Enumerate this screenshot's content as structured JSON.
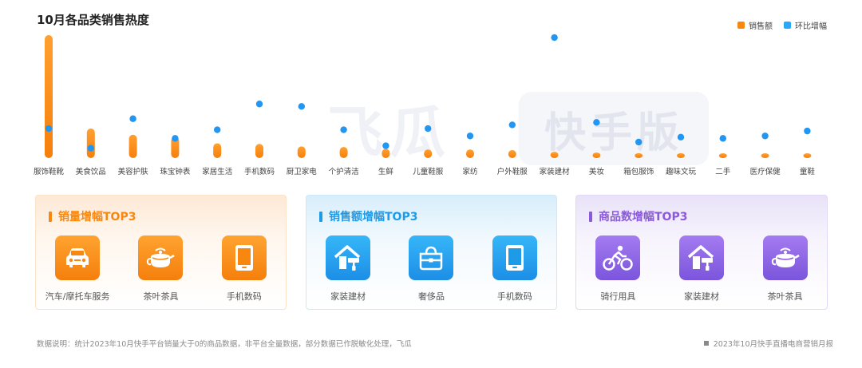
{
  "title": "10月各品类销售热度",
  "legend": {
    "sales": "销售额",
    "growth": "环比增幅"
  },
  "colors": {
    "sales": "#f7870f",
    "growth": "#2196f3"
  },
  "chart_data": {
    "type": "bar",
    "title": "10月各品类销售热度",
    "categories": [
      "服饰鞋靴",
      "美食饮品",
      "美容护肤",
      "珠宝钟表",
      "家居生活",
      "手机数码",
      "厨卫家电",
      "个护清洁",
      "生鲜",
      "儿童鞋服",
      "家纺",
      "户外鞋服",
      "家装建材",
      "美妆",
      "箱包服饰",
      "趣味文玩",
      "二手",
      "医疗保健",
      "童鞋"
    ],
    "series": [
      {
        "name": "销售额",
        "kind": "bar",
        "values": [
          100,
          24,
          19,
          17,
          12,
          11.5,
          9.5,
          9,
          7.5,
          7,
          7,
          6.5,
          5,
          4.5,
          4,
          4,
          3.5,
          2.5,
          2
        ]
      },
      {
        "name": "环比增幅",
        "kind": "scatter",
        "values": [
          24,
          8,
          32,
          16,
          23,
          44,
          42,
          23,
          10,
          24,
          18,
          27,
          98,
          29,
          13,
          17,
          16,
          18,
          22
        ]
      }
    ],
    "ylim": [
      0,
      100
    ],
    "grid": false,
    "legend_position": "top-right"
  },
  "watermark": {
    "brand": "飞瓜",
    "tag": "快手版"
  },
  "panels": [
    {
      "title": "销量增幅TOP3",
      "theme": "orange",
      "items": [
        {
          "label": "汽车/摩托车服务",
          "icon": "car-icon"
        },
        {
          "label": "茶叶茶具",
          "icon": "teapot-icon"
        },
        {
          "label": "手机数码",
          "icon": "phone-icon"
        }
      ]
    },
    {
      "title": "销售额增幅TOP3",
      "theme": "blue",
      "items": [
        {
          "label": "家装建材",
          "icon": "house-brush-icon"
        },
        {
          "label": "奢侈品",
          "icon": "handbag-icon"
        },
        {
          "label": "手机数码",
          "icon": "phone-icon"
        }
      ]
    },
    {
      "title": "商品数增幅TOP3",
      "theme": "purple",
      "items": [
        {
          "label": "骑行用具",
          "icon": "cyclist-icon"
        },
        {
          "label": "家装建材",
          "icon": "house-brush-icon"
        },
        {
          "label": "茶叶茶具",
          "icon": "teapot-icon"
        }
      ]
    }
  ],
  "footer": {
    "note": "数据说明：统计2023年10月快手平台销量大于0的商品数据，非平台全量数据，部分数据已作脱敏化处理，飞瓜",
    "report": "2023年10月快手直播电商营销月报"
  }
}
